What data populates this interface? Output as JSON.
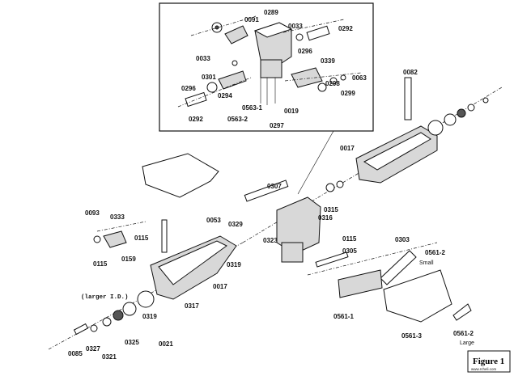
{
  "labels": {
    "p0091": "0091",
    "p0289": "0289",
    "p0033a": "0033",
    "p0292a": "0292",
    "p0033b": "0033",
    "p0296a": "0296",
    "p0339": "0339",
    "p0301": "0301",
    "p0063": "0063",
    "p0296b": "0296",
    "p0294": "0294",
    "p0298": "0298",
    "p0299": "0299",
    "p0563_1": "0563-1",
    "p0019": "0019",
    "p0292b": "0292",
    "p0563_2": "0563-2",
    "p0297": "0297",
    "p0082": "0082",
    "p0017a": "0017",
    "p0307": "0307",
    "p0315": "0315",
    "p0316": "0316",
    "p0053": "0053",
    "p0093": "0093",
    "p0333": "0333",
    "p0115a": "0115",
    "p0115b": "0115",
    "p0159": "0159",
    "p0329": "0329",
    "p0323": "0323",
    "p0115c": "0115",
    "p0305": "0305",
    "p0303": "0303",
    "p0561_2a": "0561-2",
    "small": "Small",
    "p0319a": "0319",
    "p0017b": "0017",
    "p0317": "0317",
    "p0319b": "0319",
    "larger_id": "(larger I.D.)",
    "p0561_1": "0561-1",
    "p0561_3": "0561-3",
    "p0561_2b": "0561-2",
    "large": "Large",
    "p0085": "0085",
    "p0327": "0327",
    "p0325": "0325",
    "p0021": "0021",
    "p0321": "0321"
  },
  "figure_caption": "Figure 1",
  "website": "www.rcheli.com"
}
